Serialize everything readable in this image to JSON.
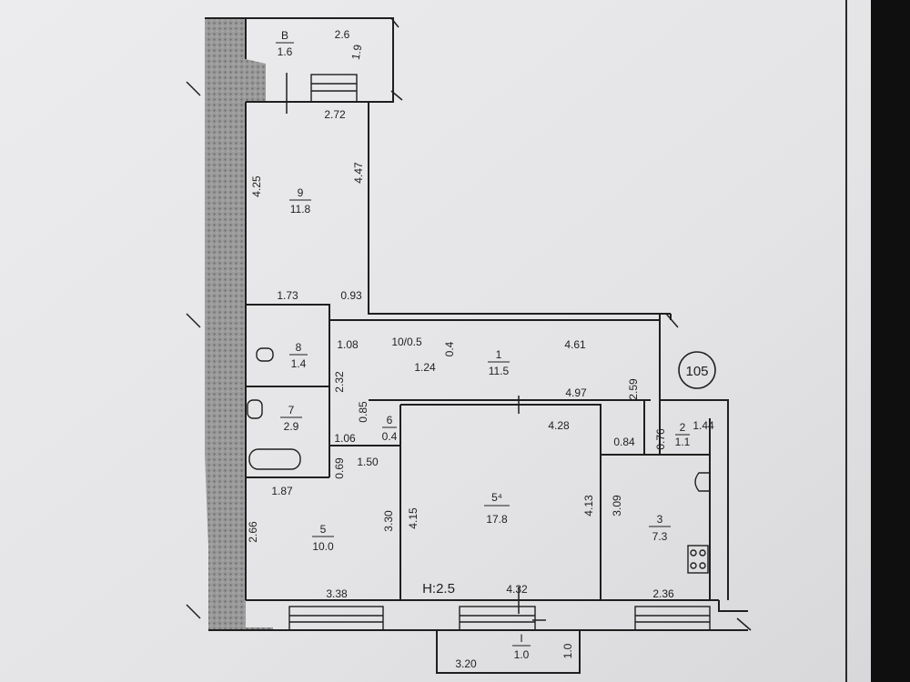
{
  "sheet_badge": "105",
  "height_label": "H:2.5",
  "rooms": {
    "balcony_v": {
      "number": "В",
      "area": "1.6"
    },
    "r9": {
      "number": "9",
      "area": "11.8"
    },
    "r8": {
      "number": "8",
      "area": "1.4"
    },
    "r7": {
      "number": "7",
      "area": "2.9"
    },
    "r1": {
      "number": "1",
      "area": "11.5"
    },
    "r6": {
      "number": "6",
      "area": "0.4"
    },
    "r2": {
      "number": "2",
      "area": "1.1"
    },
    "r5": {
      "number": "5",
      "area": "10.0"
    },
    "r54": {
      "number": "5⁴",
      "area": "17.8"
    },
    "r3": {
      "number": "3",
      "area": "7.3"
    },
    "balcony_i": {
      "number": "I",
      "area": "1.0"
    }
  },
  "dims": {
    "d_2_6": "2.6",
    "d_1_9": "1.9",
    "d_2_72": "2.72",
    "d_4_25": "4.25",
    "d_4_47": "4.47",
    "d_1_73": "1.73",
    "d_0_93": "0.93",
    "d_1_08": "1.08",
    "d_10_05": "10/0.5",
    "d_0_4_top": "0.4",
    "d_1_24": "1.24",
    "d_4_61": "4.61",
    "d_2_59": "2.59",
    "d_2_32": "2.32",
    "d_0_85": "0.85",
    "d_4_97": "4.97",
    "d_4_28": "4.28",
    "d_1_44": "1.44",
    "d_0_76": "0.76",
    "d_0_84": "0.84",
    "d_1_06": "1.06",
    "d_0_69": "0.69",
    "d_1_50": "1.50",
    "d_1_87": "1.87",
    "d_3_30": "3.30",
    "d_4_15": "4.15",
    "d_4_13": "4.13",
    "d_3_09": "3.09",
    "d_2_66": "2.66",
    "d_3_38": "3.38",
    "d_4_32": "4.32",
    "d_2_36": "2.36",
    "d_3_20": "3.20",
    "d_1_0": "1.0"
  },
  "colors": {
    "paper": "#e6e6e8",
    "background": "#0f0f0f",
    "ink": "#1f1f1f",
    "hatch": "#7a7a7a"
  }
}
